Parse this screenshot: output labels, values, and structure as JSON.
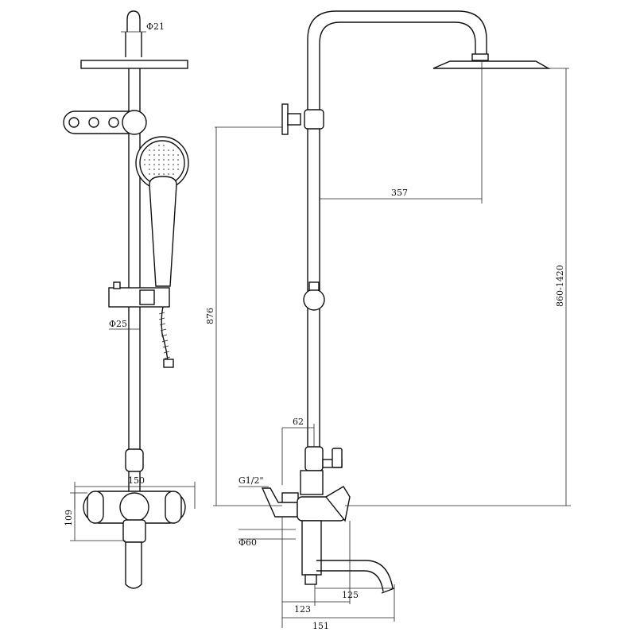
{
  "front_view": {
    "arm_diameter": "Φ21",
    "pipe_diameter": "Φ25",
    "mixer_width": "150",
    "mixer_height": "109"
  },
  "side_view": {
    "head_reach": "357",
    "wall_height": "876",
    "total_height": "860-1420",
    "offset": "62",
    "thread": "G1/2\"",
    "body_diameter": "Φ60",
    "spout_length": "125",
    "inlet_distance": "123",
    "overall_depth": "151"
  }
}
